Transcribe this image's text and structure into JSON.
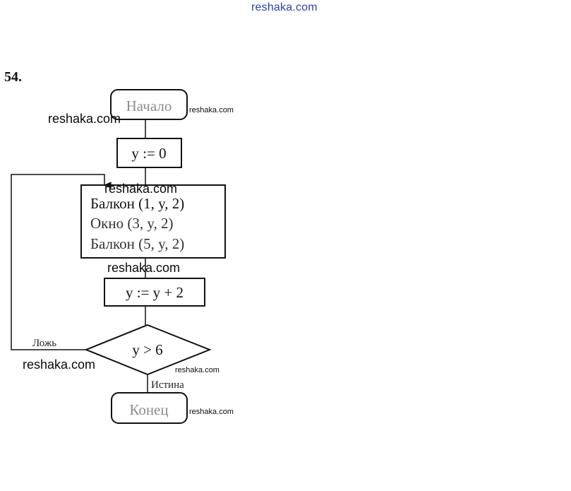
{
  "header": {
    "site_link": "reshaka.com"
  },
  "problem": {
    "number": "54."
  },
  "flowchart": {
    "start": "Начало",
    "init": "y := 0",
    "body": [
      "Балкон (1, y, 2)",
      "Окно (3, y, 2)",
      "Балкон (5, y, 2)"
    ],
    "step": "y := y + 2",
    "condition": "y > 6",
    "false_label": "Ложь",
    "true_label": "Истина",
    "end": "Конец"
  },
  "watermark": "reshaka.com"
}
